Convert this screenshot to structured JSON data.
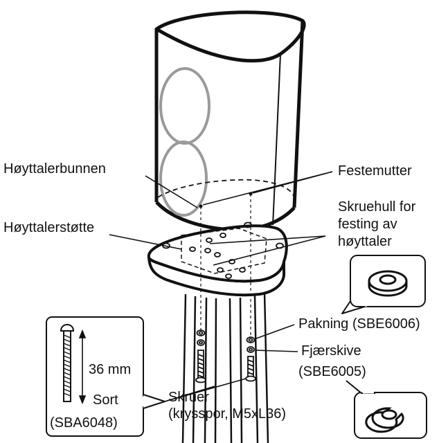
{
  "labels": {
    "speaker_base": "Høyttalerbunnen",
    "fixing_nut": "Festemutter",
    "screw_hole_line1": "Skruehull for",
    "screw_hole_line2": "festing av",
    "screw_hole_line3": "høyttaler",
    "speaker_stand": "Høyttalerstøtte",
    "washer": "Pakning (SBE6006)",
    "spring_washer_line1": "Fjærskive",
    "spring_washer_line2": "(SBE6005)",
    "screws_line1": "Skruer",
    "screws_line2": "(krysspor, M5xL36)",
    "screw_length": "36 mm",
    "screw_color": "Sort",
    "screw_part_no": "(SBA6048)"
  },
  "colors": {
    "line": "#111111",
    "ring": "#9a9a9a",
    "face": "#f7f7f7"
  }
}
